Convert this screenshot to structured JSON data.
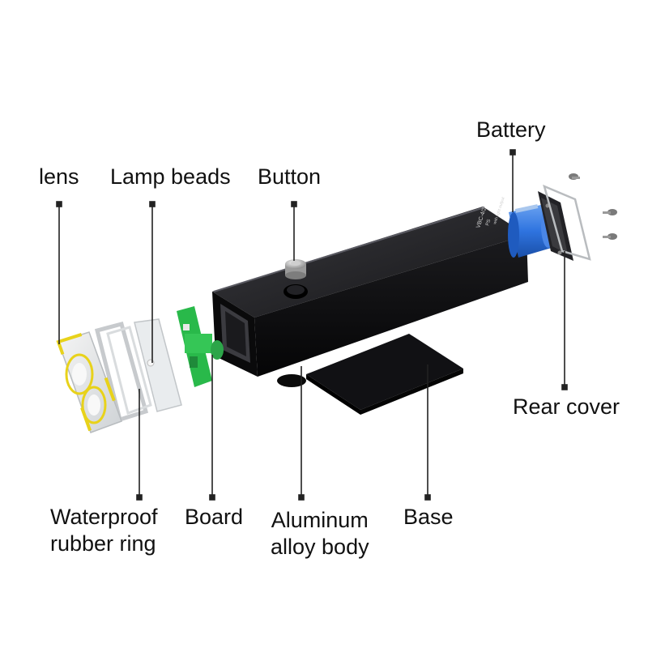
{
  "colors": {
    "body": "#0d0d0f",
    "body_top": "#2a2a2e",
    "battery": "#2f74e0",
    "battery_cap": "#a9c7ee",
    "board": "#29b94a",
    "lens_accent": "#e8d21a",
    "leader": "#222222"
  },
  "labels": {
    "lens": "lens",
    "lamp_beads": "Lamp beads",
    "button": "Button",
    "battery": "Battery",
    "rear_cover": "Rear cover",
    "waterproof_line1": "Waterproof",
    "waterproof_line2": "rubber ring",
    "board": "Board",
    "aluminum_line1": "Aluminum",
    "aluminum_line2": "alloy body",
    "base": "Base"
  },
  "body_print": {
    "line1": "VBC-4/2",
    "line2": "PS",
    "line3": "with light output"
  }
}
